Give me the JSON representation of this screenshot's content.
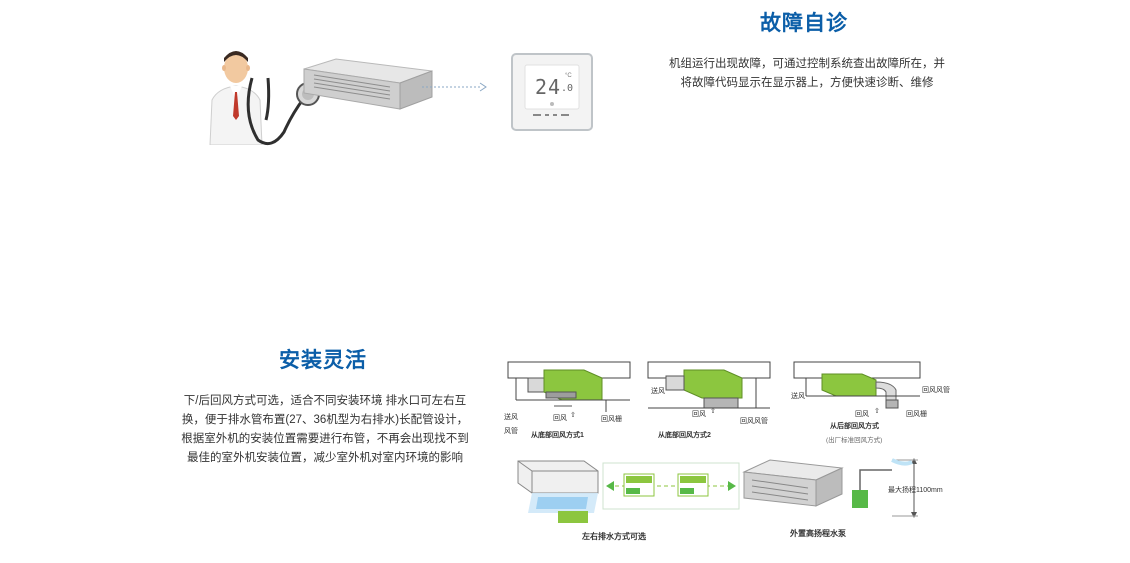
{
  "section1": {
    "title": "故障自诊",
    "description": "机组运行出现故障，可通过控制系统查出故障所在，并将故障代码显示在显示器上，方便快速诊断、维修",
    "controller": {
      "temp_big": "24",
      "temp_small": ".0",
      "unit": "°C"
    },
    "icons": [
      "doctor-icon",
      "stethoscope-icon",
      "duct-unit-icon",
      "wall-controller-icon"
    ]
  },
  "section2": {
    "title": "安装灵活",
    "description": "下/后回风方式可选，适合不同安装环境 排水口可左右互换，便于排水管布置(27、36机型为右排水)长配管设计，根据室外机的安装位置需要进行布管，不再会出现找不到最佳的室外机安装位置，减少室外机对室内环境的影响",
    "diagrams": {
      "d1": {
        "label_send": "送风",
        "label_duct": "风管",
        "label_return": "回风",
        "label_grille": "回风栅",
        "caption": "从底部回风方式1"
      },
      "d2": {
        "label_send": "送风",
        "label_return": "回风",
        "label_duct": "回风风管",
        "caption": "从底部回风方式2"
      },
      "d3": {
        "label_send": "送风",
        "label_duct": "回风风管",
        "label_return": "回风",
        "label_grille": "回风栅",
        "caption": "从后部回风方式",
        "caption_sub": "(出厂标准回风方式)"
      },
      "drain_caption": "左右排水方式可选",
      "pump_label": "最大扬程1100mm",
      "pump_caption": "外置高扬程水泵"
    }
  },
  "colors": {
    "title_blue": "#0b5ea8",
    "unit_green": "#8cc63f",
    "arrow_green": "#57b947"
  }
}
